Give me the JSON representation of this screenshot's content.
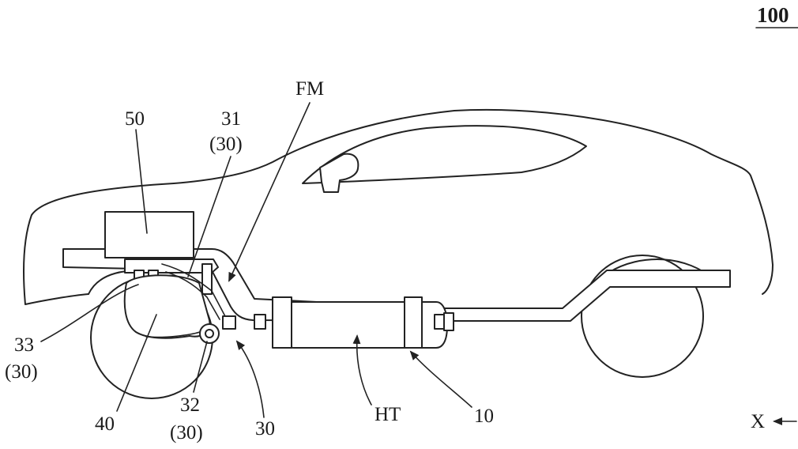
{
  "figure": {
    "number": "100",
    "direction_label": "X"
  },
  "labels": {
    "fm": "FM",
    "l50": "50",
    "l31": "31",
    "l31_ref": "(30)",
    "l33": "33",
    "l33_ref": "(30)",
    "l40": "40",
    "l32": "32",
    "l32_ref": "(30)",
    "l30": "30",
    "ht": "HT",
    "l10": "10"
  }
}
